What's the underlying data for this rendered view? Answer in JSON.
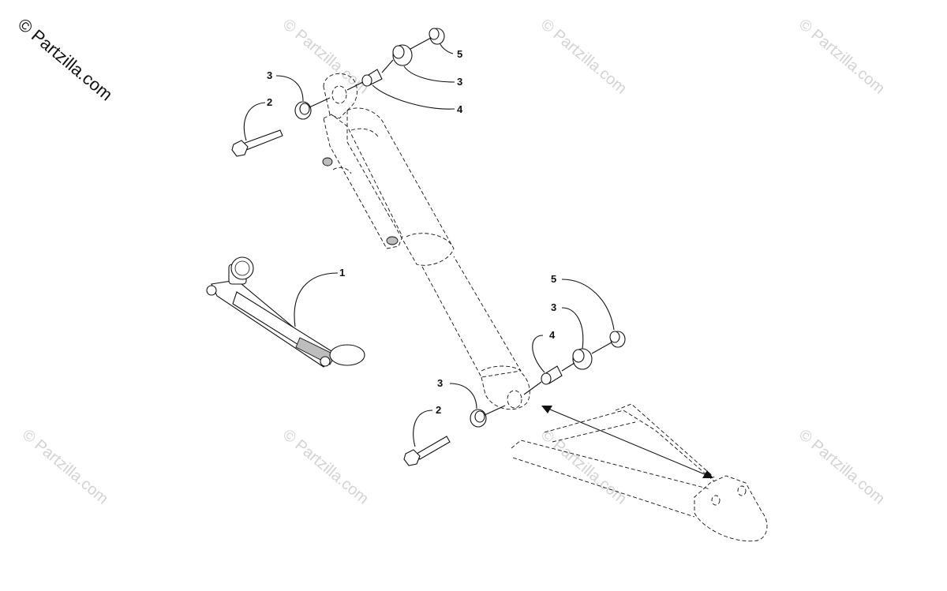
{
  "copyright": "© Partzilla.com",
  "watermark": "© Partzilla.com",
  "callouts": {
    "c1": "1",
    "c2_top": "2",
    "c3_top_left": "3",
    "c3_top_right": "3",
    "c4_top": "4",
    "c5_top": "5",
    "c5_bottom": "5",
    "c3_bottom_right": "3",
    "c4_bottom": "4",
    "c3_bottom_left": "3",
    "c2_bottom": "2"
  }
}
